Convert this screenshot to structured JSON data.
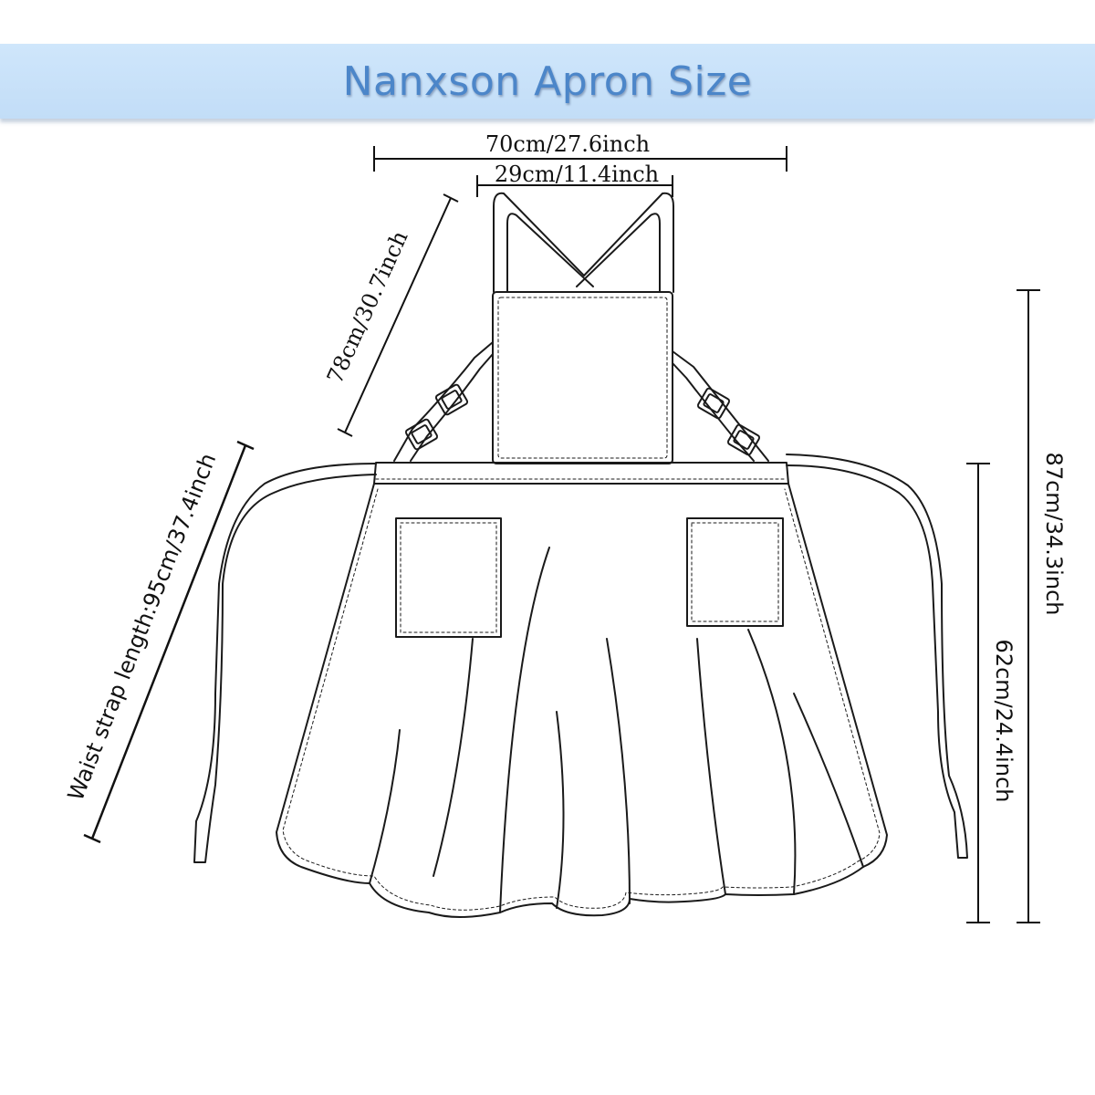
{
  "title": "Nanxson Apron Size",
  "dimensions": {
    "total_width": "70cm/27.6inch",
    "top_width": "29cm/11.4inch",
    "neck_strap": "78cm/30.7inch",
    "waist_strap": "Waist strap length:95cm/37.4inch",
    "total_length": "87cm/34.3inch",
    "skirt_length": "62cm/24.4inch"
  },
  "colors": {
    "banner_bg": "#c6e0f8",
    "title_text": "#4c86c9",
    "line": "#1a1a1a"
  }
}
